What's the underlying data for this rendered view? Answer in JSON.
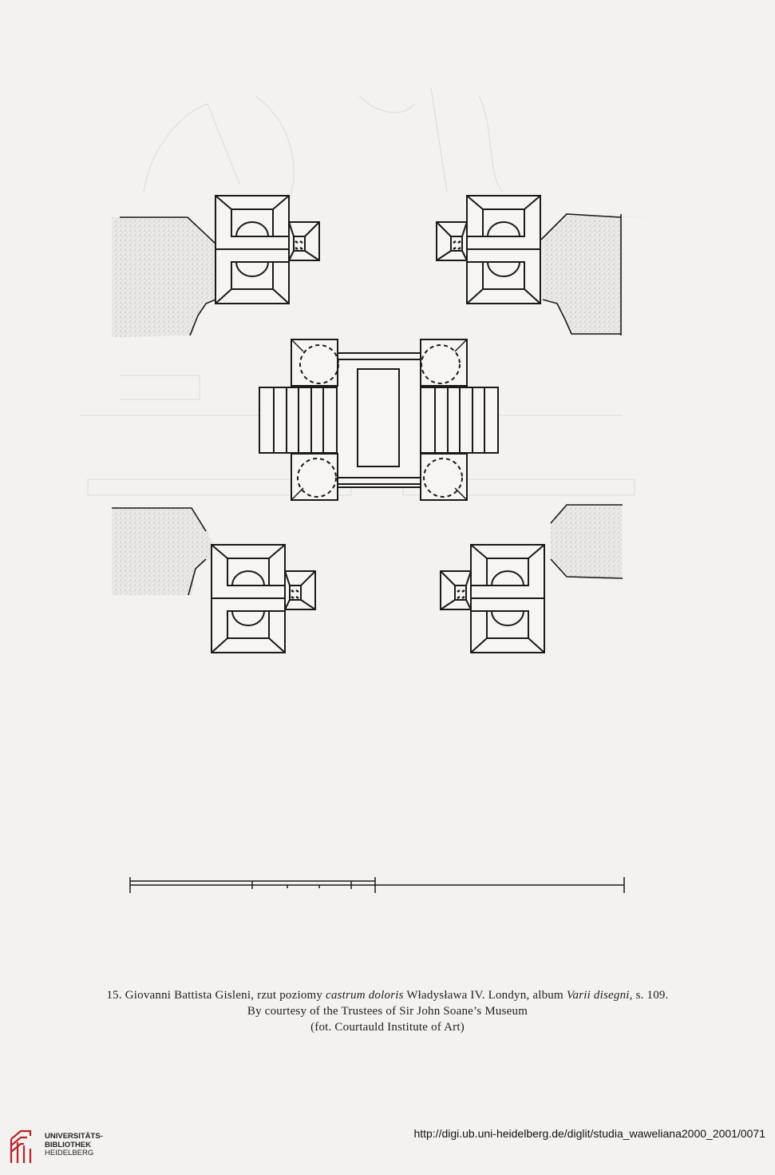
{
  "caption": {
    "line1_prefix": "15. Giovanni Battista Gisleni, rzut poziomy ",
    "line1_italic": "castrum doloris",
    "line1_middle": " Władysława IV. Londyn, album ",
    "line1_italic2": "Varii disegni,",
    "line1_suffix": " s. 109.",
    "line2": "By courtesy of the Trustees of Sir John Soane’s Museum",
    "line3": "(fot. Courtauld Institute of Art)"
  },
  "footer": {
    "url": "http://digi.ub.uni-heidelberg.de/diglit/studia_waweliana2000_2001/0071",
    "logo_line1": "UNIVERSITÄTS-",
    "logo_line2": "BIBLIOTHEK",
    "logo_line3": "HEIDELBERG"
  },
  "colors": {
    "paper": "#f3f2f0",
    "ink": "#1a1a1a",
    "stipple": "#bdbcb8",
    "logo_red": "#b8242a"
  }
}
